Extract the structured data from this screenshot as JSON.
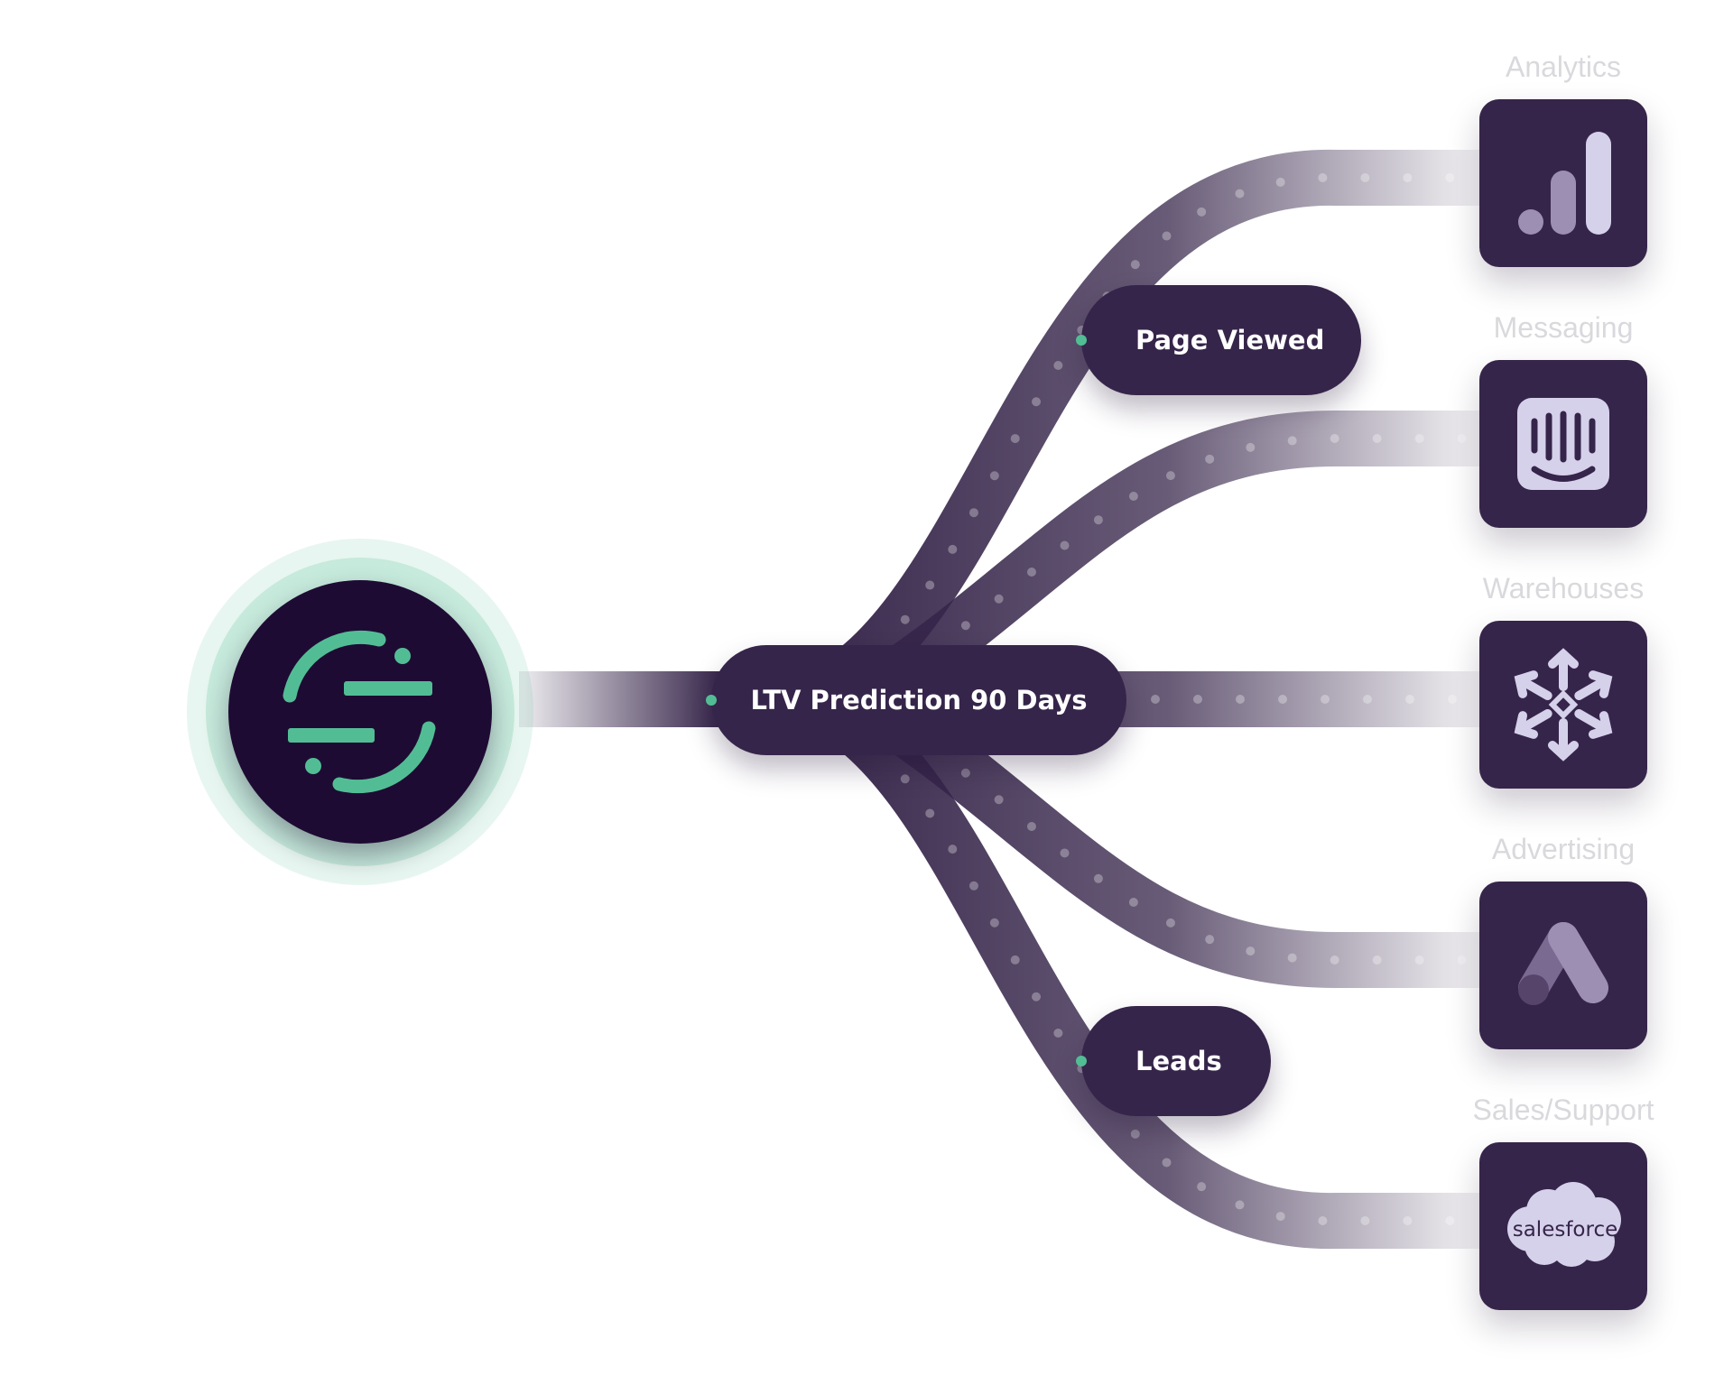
{
  "hub": {
    "icon": "segment-logo-icon",
    "accent": "#52bd95",
    "bg": "#1e0b33"
  },
  "events": {
    "center": "LTV Prediction 90 Days",
    "top": "Page Viewed",
    "bottom": "Leads"
  },
  "destinations": [
    {
      "category": "Analytics",
      "icon": "google-analytics-icon"
    },
    {
      "category": "Messaging",
      "icon": "intercom-icon"
    },
    {
      "category": "Warehouses",
      "icon": "snowflake-icon"
    },
    {
      "category": "Advertising",
      "icon": "google-ads-icon"
    },
    {
      "category": "Sales/Support",
      "icon": "salesforce-icon",
      "logo_text": "salesforce"
    }
  ],
  "colors": {
    "tile": "#36254a",
    "pill": "#36254a",
    "icon_light": "#d6d1ea",
    "icon_mid": "#9d8fb3",
    "label": "#d9d9dd"
  }
}
